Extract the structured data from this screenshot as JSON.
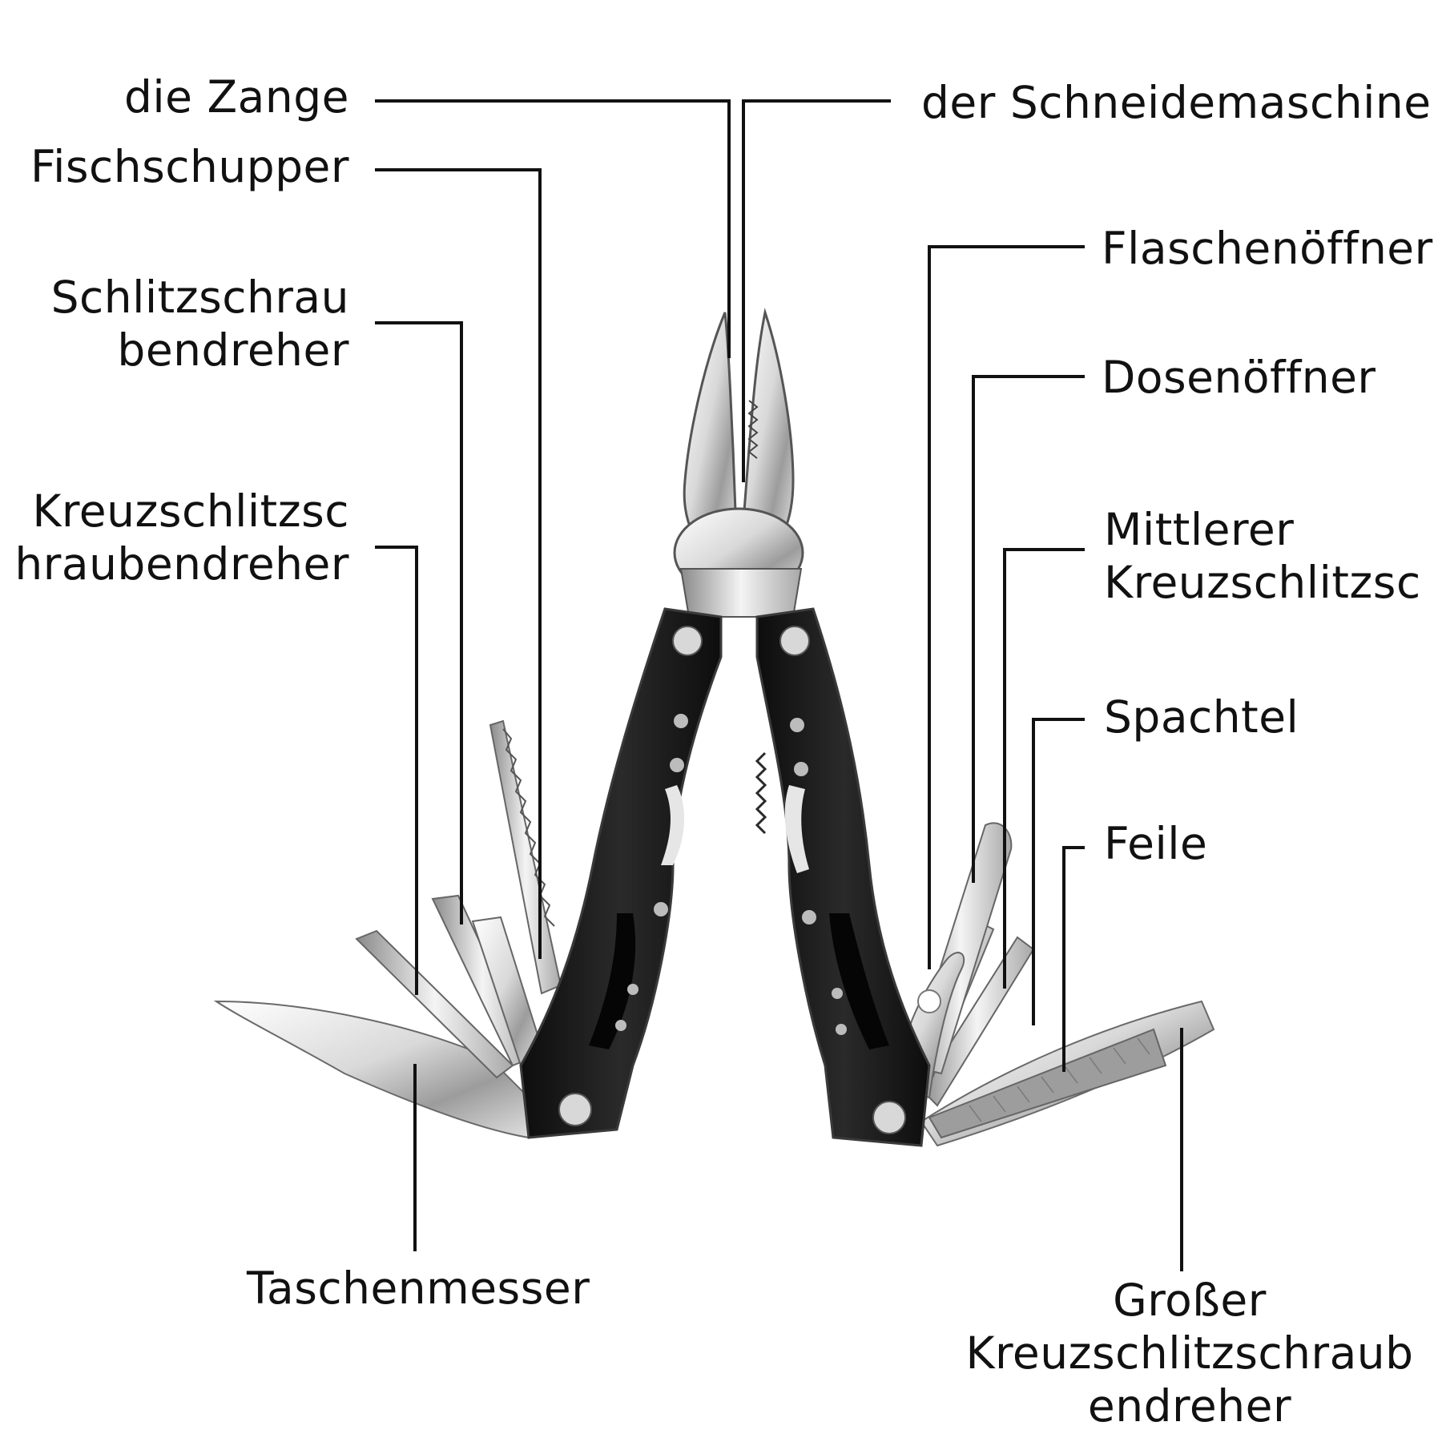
{
  "labels": {
    "zange": "die Zange",
    "schneidemaschine": "der Schneidemaschine",
    "fischschupper": "Fischschupper",
    "flaschenoeffner": "Flaschenöffner",
    "schlitz_1": "Schlitzschrau",
    "schlitz_2": "bendreher",
    "dosenoeffner": "Dosenöffner",
    "kreuz_1": "Kreuzschlitzsc",
    "kreuz_2": "hraubendreher",
    "mittlerer_1": "Mittlerer",
    "mittlerer_2": "Kreuzschlitzsc",
    "spachtel": "Spachtel",
    "feile": "Feile",
    "taschenmesser": "Taschenmesser",
    "grosser_1": "Großer",
    "grosser_2": "Kreuzschlitzschraub",
    "grosser_3": "endreher"
  },
  "colors": {
    "line": "#111111",
    "handle": "#151515",
    "handle_edge": "#3a3a3a",
    "steel_light": "#f2f2f2",
    "steel_mid": "#bdbdbd",
    "steel_dark": "#7a7a7a"
  },
  "tool": {
    "icon": "multitool-pliers-icon"
  }
}
